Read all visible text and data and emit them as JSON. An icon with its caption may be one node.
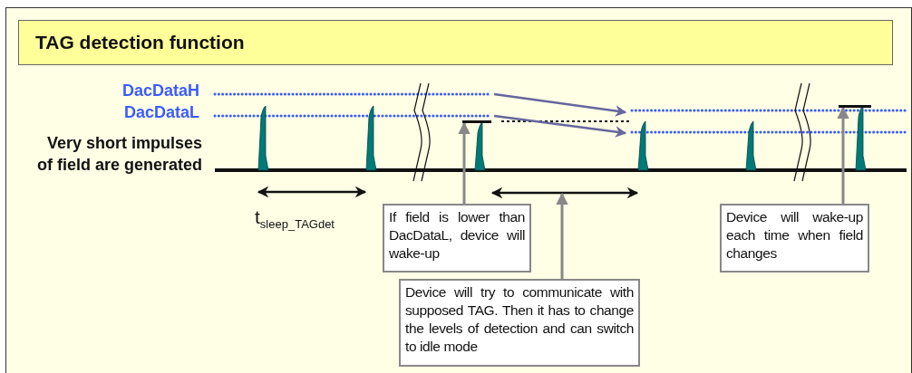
{
  "diagram": {
    "title": "TAG detection function",
    "nodes": [
      {
        "text": [
          "If field is lower than DacDataL, device will wake-up"
        ]
      },
      {
        "text": [],
        "shape": "bar"
      },
      {
        "text": [
          "Device will try to communicate with supposed TAG. Then it has to change the levels of detection and can switch to idle mode"
        ]
      },
      {
        "text": [
          "Device will wake-up each time when field changes"
        ]
      },
      {
        "text": [],
        "shape": "bar"
      }
    ],
    "edges": [
      {
        "from": 0,
        "to": 1,
        "arrow": "to"
      },
      {
        "from": 2,
        "to": null,
        "arrow": "to"
      },
      {
        "from": 3,
        "to": 4,
        "arrow": "to"
      }
    ],
    "labels": [
      "DacDataH",
      "DacDataL",
      "Very short impulses of field are generated",
      "t$_{sleep_TAGdet}$"
    ]
  }
}
